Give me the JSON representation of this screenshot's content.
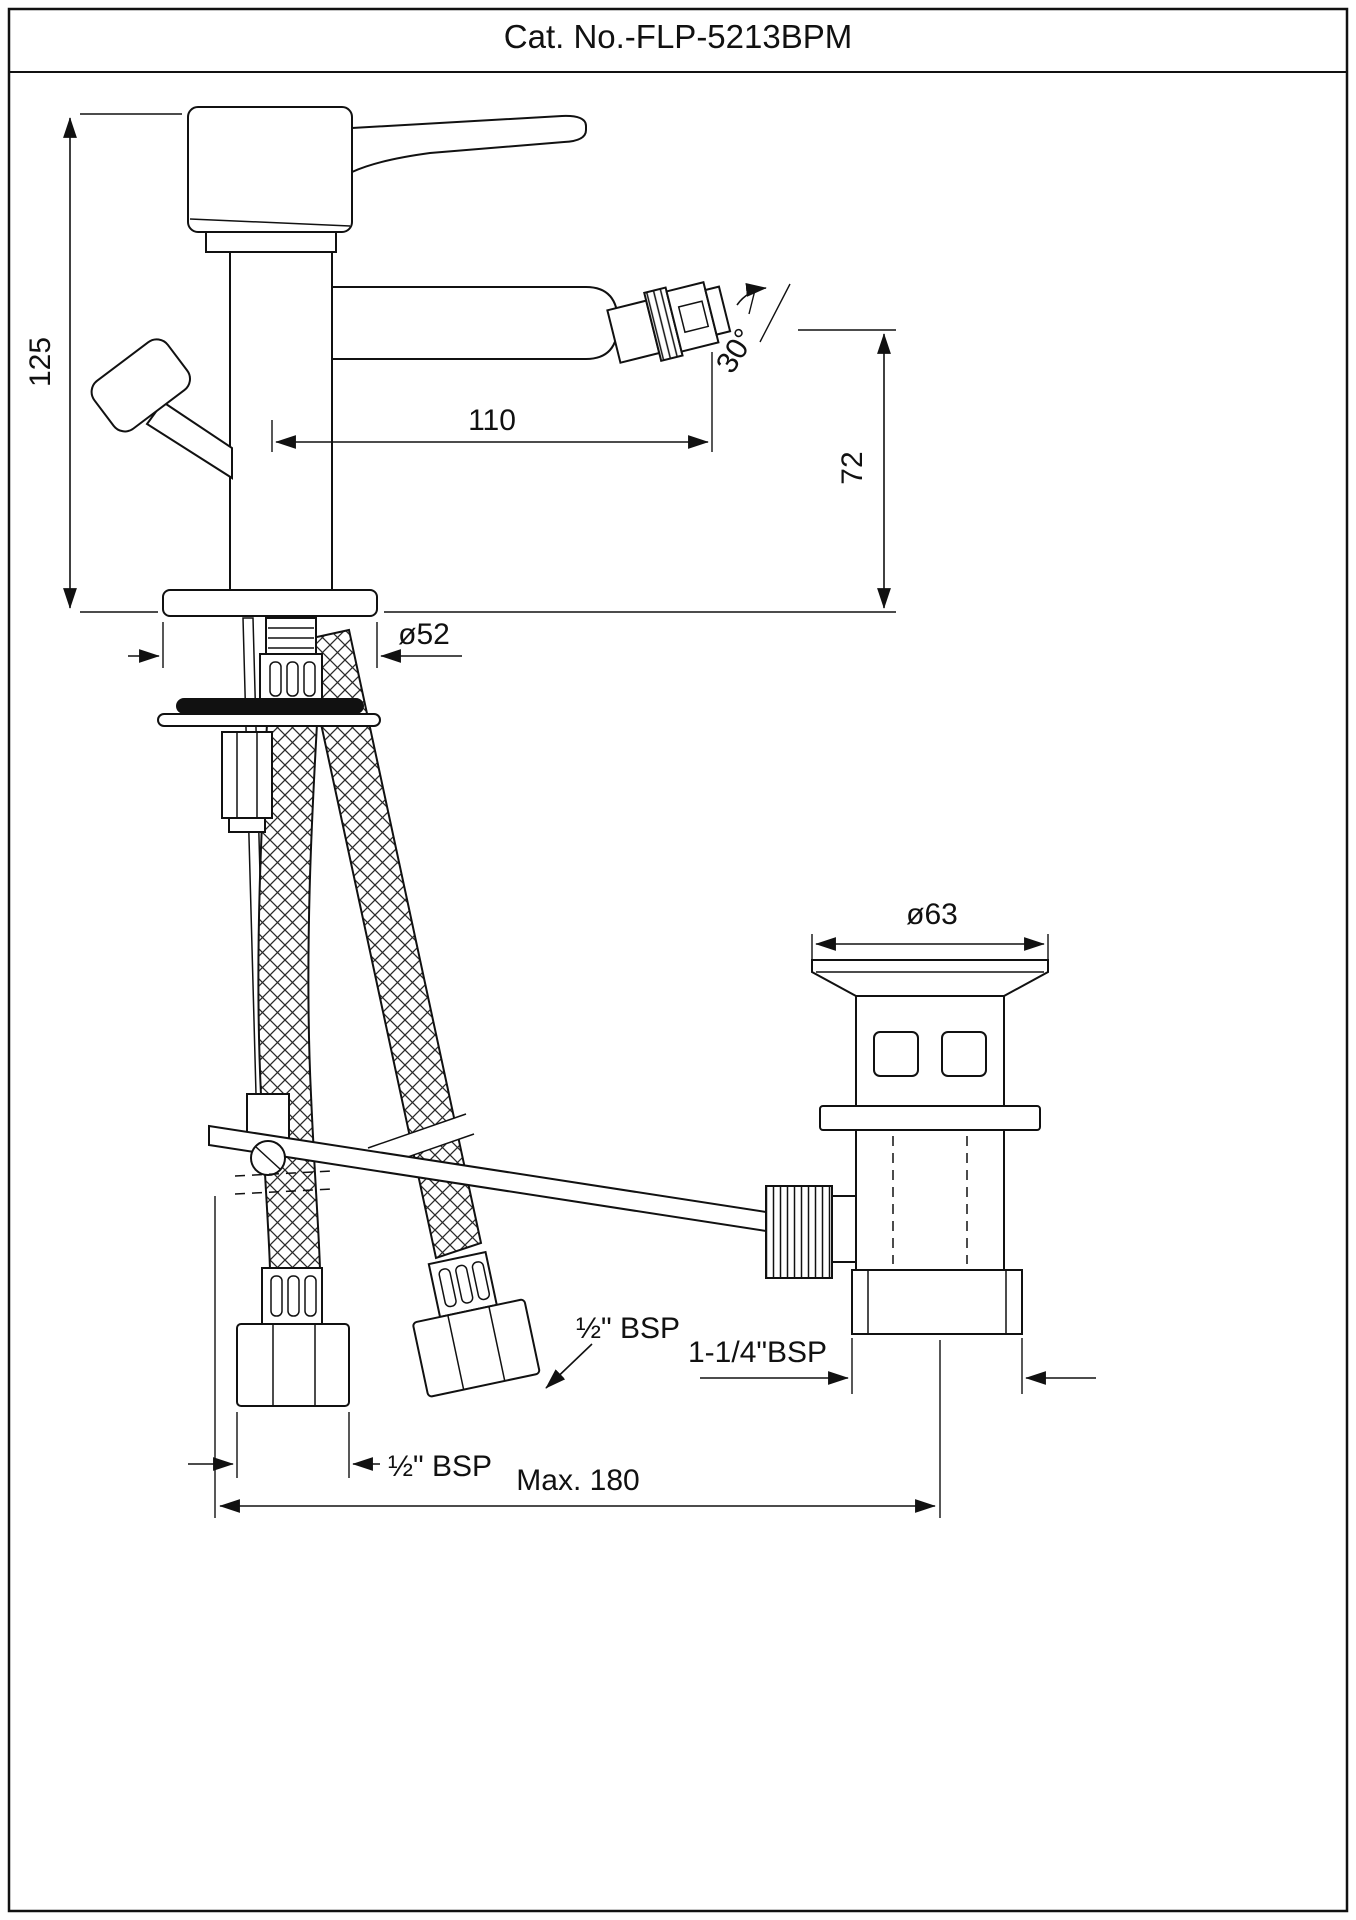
{
  "title": "Cat. No.-FLP-5213BPM",
  "dimensions": {
    "overall_height": "125",
    "spout_reach": "110",
    "spout_height": "72",
    "swivel_angle": "30°",
    "base_diameter": "ø52",
    "flange_diameter": "ø63",
    "inlet_thread_right": "½\" BSP",
    "inlet_thread_left": "½\" BSP",
    "outlet_thread": "1-1/4\"BSP",
    "max_thickness": "Max. 180"
  }
}
